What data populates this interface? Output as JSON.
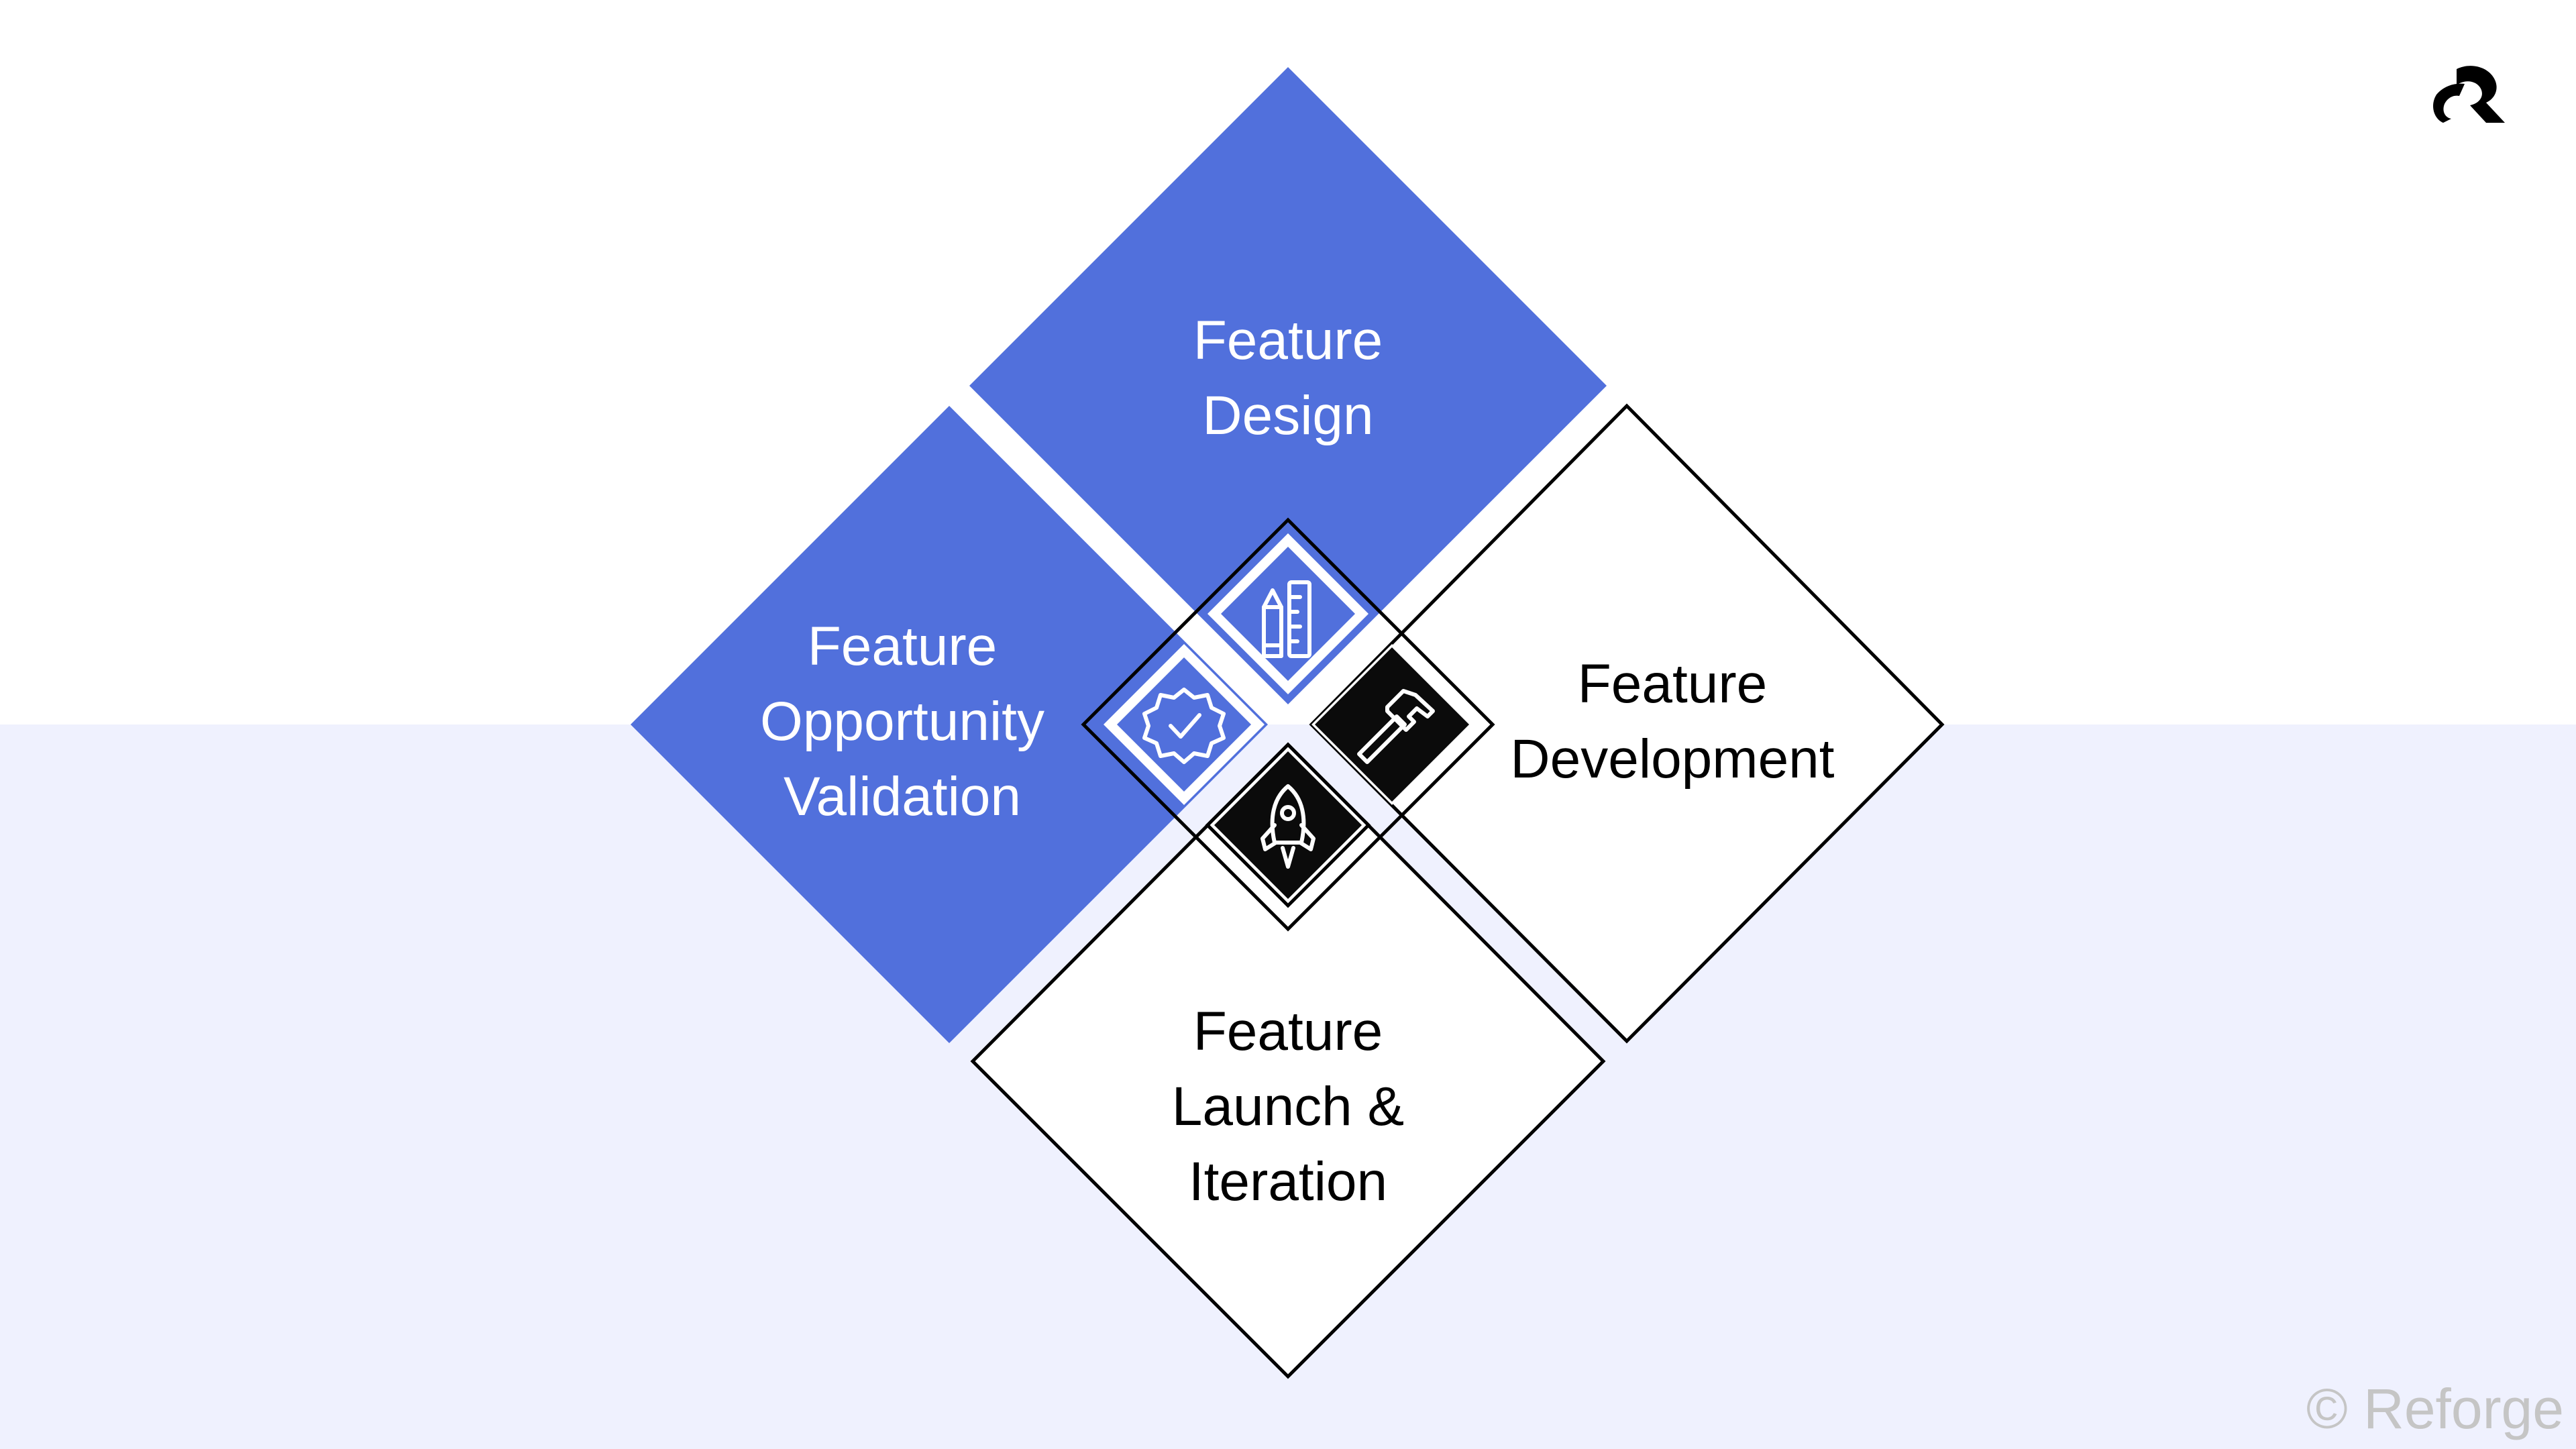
{
  "colors": {
    "blue": "#5170dc",
    "dark_tile": "#0b0b0b",
    "outline": "#000000",
    "lower_background": "#eff1fe",
    "watermark": "#c5c5c5"
  },
  "quadrants": [
    {
      "id": "design",
      "lines": [
        "Feature",
        "Design"
      ],
      "style": "filled-blue",
      "icon": "ruler-pencil-icon"
    },
    {
      "id": "validation",
      "lines": [
        "Feature",
        "Opportunity",
        "Validation"
      ],
      "style": "filled-blue",
      "icon": "badge-check-icon"
    },
    {
      "id": "development",
      "lines": [
        "Feature",
        "Development"
      ],
      "style": "outlined",
      "icon": "hammer-icon"
    },
    {
      "id": "launch",
      "lines": [
        "Feature",
        "Launch &",
        "Iteration"
      ],
      "style": "outlined",
      "icon": "rocket-icon"
    }
  ],
  "logo": {
    "icon": "reforge-logo-icon"
  },
  "footer": {
    "copyright": "© Reforge"
  }
}
